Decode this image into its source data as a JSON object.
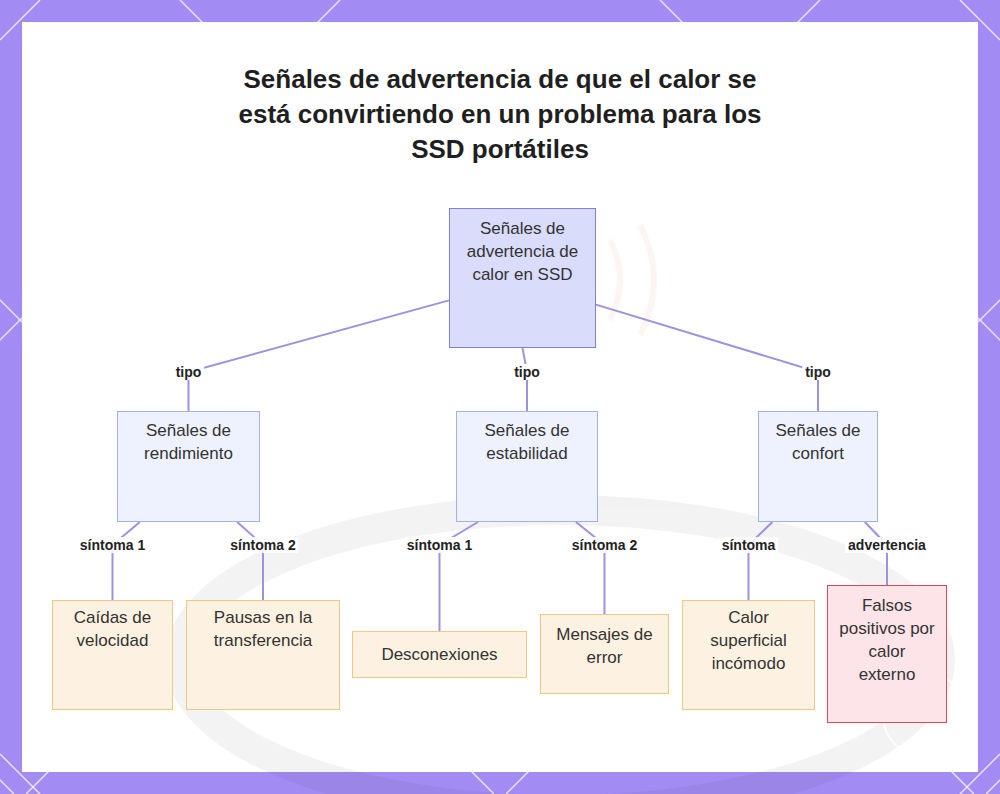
{
  "diagram": {
    "title": "Señales de advertencia de que el calor se está convirtiendo en un problema para los SSD portátiles",
    "nodes": [
      {
        "text": [
          "Señales de advertencia de calor en SSD"
        ]
      },
      {
        "text": [
          "Señales de rendimiento"
        ]
      },
      {
        "text": [
          "Señales de estabilidad"
        ]
      },
      {
        "text": [
          "Señales de confort"
        ]
      },
      {
        "text": [
          "Caídas de velocidad"
        ]
      },
      {
        "text": [
          "Pausas en la transferencia"
        ]
      },
      {
        "text": [
          "Desconexiones"
        ]
      },
      {
        "text": [
          "Mensajes de error"
        ]
      },
      {
        "text": [
          "Calor superficial incómodo"
        ]
      },
      {
        "text": [
          "Falsos positivos por calor externo"
        ]
      }
    ],
    "edges": [
      {
        "from": 0,
        "to": 1,
        "label": "tipo",
        "arrow": "none"
      },
      {
        "from": 0,
        "to": 2,
        "label": "tipo",
        "arrow": "none"
      },
      {
        "from": 0,
        "to": 3,
        "label": "tipo",
        "arrow": "none"
      },
      {
        "from": 1,
        "to": 4,
        "label": "síntoma 1",
        "arrow": "none"
      },
      {
        "from": 1,
        "to": 5,
        "label": "síntoma 2",
        "arrow": "none"
      },
      {
        "from": 2,
        "to": 6,
        "label": "síntoma 1",
        "arrow": "none"
      },
      {
        "from": 2,
        "to": 7,
        "label": "síntoma 2",
        "arrow": "none"
      },
      {
        "from": 3,
        "to": 8,
        "label": "síntoma",
        "arrow": "none"
      },
      {
        "from": 3,
        "to": 9,
        "label": "advertencia",
        "arrow": "none"
      }
    ]
  }
}
